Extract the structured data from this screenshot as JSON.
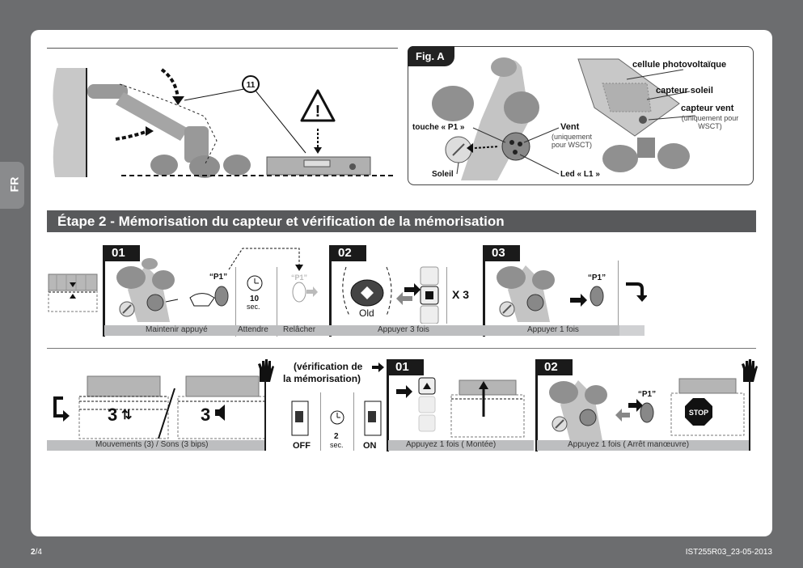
{
  "language_tab": "FR",
  "fig_a": {
    "tag": "Fig. A",
    "labels": {
      "cell": "cellule photovoltaïque",
      "sun_sensor": "capteur soleil",
      "wind_sensor": "capteur vent",
      "wind_sensor_note": "(uniquement pour WSCT)",
      "p1_button": "touche « P1 »",
      "vent": "Vent",
      "vent_note": "(uniquement pour WSCT)",
      "soleil": "Soleil",
      "led": "Led « L1 »"
    }
  },
  "mount": {
    "callout": "11"
  },
  "step2": {
    "title": "Étape 2 - Mémorisation du capteur et vérification de la mémorisation",
    "row1": {
      "steps": [
        {
          "badge": "01"
        },
        {
          "badge": "02"
        },
        {
          "badge": "03"
        }
      ],
      "p1_label": "“P1”",
      "wait_value": "10",
      "wait_unit": "sec.",
      "old_label": "Old",
      "times_label": "X 3",
      "bars": {
        "hold": "Maintenir appuyé",
        "wait": "Attendre",
        "release": "Relâcher",
        "press3": "Appuyer 3 fois",
        "press1": "Appuyer 1 fois"
      }
    },
    "row2": {
      "count_left": "3",
      "count_right": "3",
      "bar_left": "Mouvements (3) /  Sons (3 bips)",
      "verification": "(vérification de ",
      "verification2": "la mémorisation)",
      "off": "OFF",
      "on": "ON",
      "wait_value": "2",
      "wait_unit": "sec.",
      "steps": [
        {
          "badge": "01"
        },
        {
          "badge": "02"
        }
      ],
      "p1_label": "“P1”",
      "stop": "STOP",
      "bar_up": "Appuyez 1 fois ( Montée)",
      "bar_stop": "Appuyez 1 fois ( Arrêt manœuvre)"
    }
  },
  "footer": {
    "page_current": "2",
    "page_total": "/4",
    "doc_ref": "IST255R03_23-05-2013"
  }
}
